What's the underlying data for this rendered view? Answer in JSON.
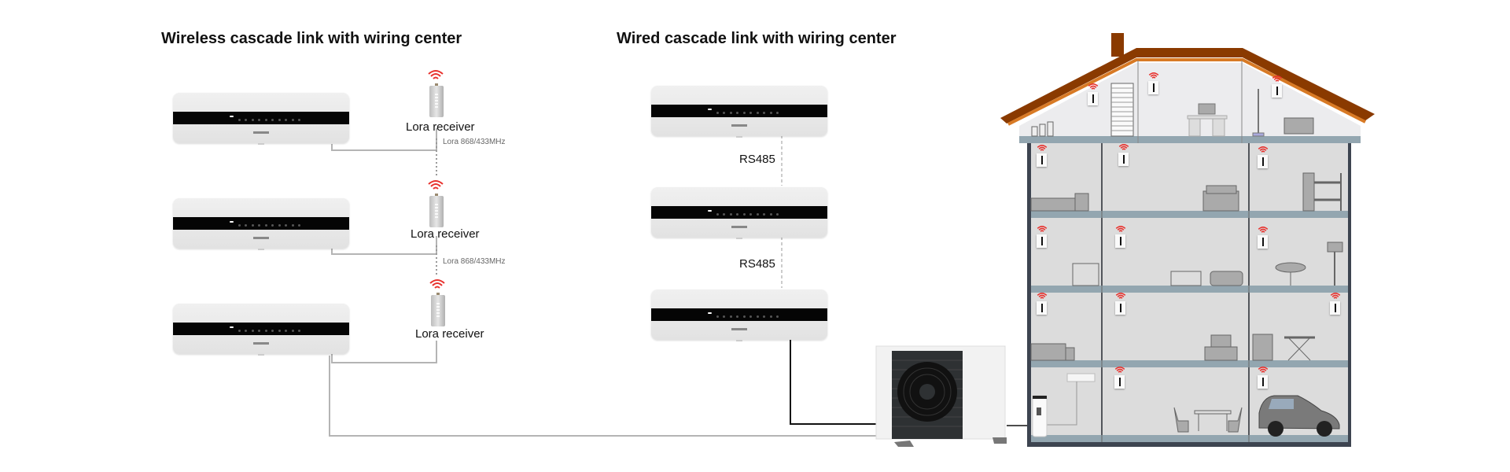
{
  "titles": {
    "wireless": "Wireless cascade link with wiring center",
    "wired": "Wired cascade link with wiring center"
  },
  "wireless_section": {
    "receivers": [
      {
        "label": "Lora receiver"
      },
      {
        "label": "Lora receiver"
      },
      {
        "label": "Lora receiver"
      }
    ],
    "links": [
      {
        "label": "Lora 868/433MHz"
      },
      {
        "label": "Lora 868/433MHz"
      }
    ],
    "controller_count": 3
  },
  "wired_section": {
    "links": [
      {
        "label": "RS485"
      },
      {
        "label": "RS485"
      }
    ],
    "controller_count": 3
  },
  "colors": {
    "roof_dark": "#8a3a00",
    "roof_trim": "#d87a25",
    "wall": "#dcdcdc",
    "floor": "#93a6b0",
    "frame": "#3d4450",
    "signal": "#e8322e",
    "wire_grey": "#b4b4b4",
    "wire_black": "#111111"
  },
  "house": {
    "thermostat_icon": "thermostat-icon",
    "signal_icon": "wifi-signal-icon",
    "rooms": [
      "attic-left",
      "attic-center",
      "attic-right",
      "floor3-left",
      "floor3-center",
      "floor3-right",
      "floor2-left",
      "floor2-center",
      "floor2-right",
      "floor1-left",
      "floor1-center",
      "floor1-right",
      "ground-left",
      "ground-center",
      "ground-garage"
    ]
  },
  "equipment": {
    "heat_pump": "heat-pump-outdoor-unit",
    "water_tank": "hot-water-tank"
  }
}
